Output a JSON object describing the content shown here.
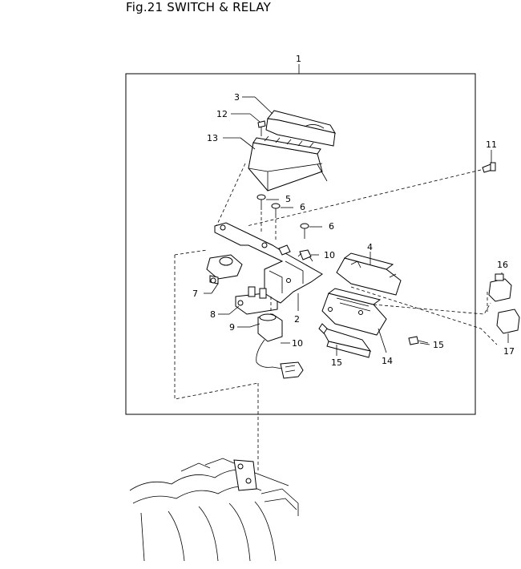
{
  "figure": {
    "title": "Fig.21 SWITCH & RELAY"
  },
  "callouts": {
    "c1": "1",
    "c2": "2",
    "c3": "3",
    "c4": "4",
    "c5": "5",
    "c6a": "6",
    "c6b": "6",
    "c7": "7",
    "c8": "8",
    "c9": "9",
    "c10a": "10",
    "c10b": "10",
    "c11": "11",
    "c12": "12",
    "c13": "13",
    "c14": "14",
    "c15a": "15",
    "c15b": "15",
    "c16": "16",
    "c17": "17"
  }
}
